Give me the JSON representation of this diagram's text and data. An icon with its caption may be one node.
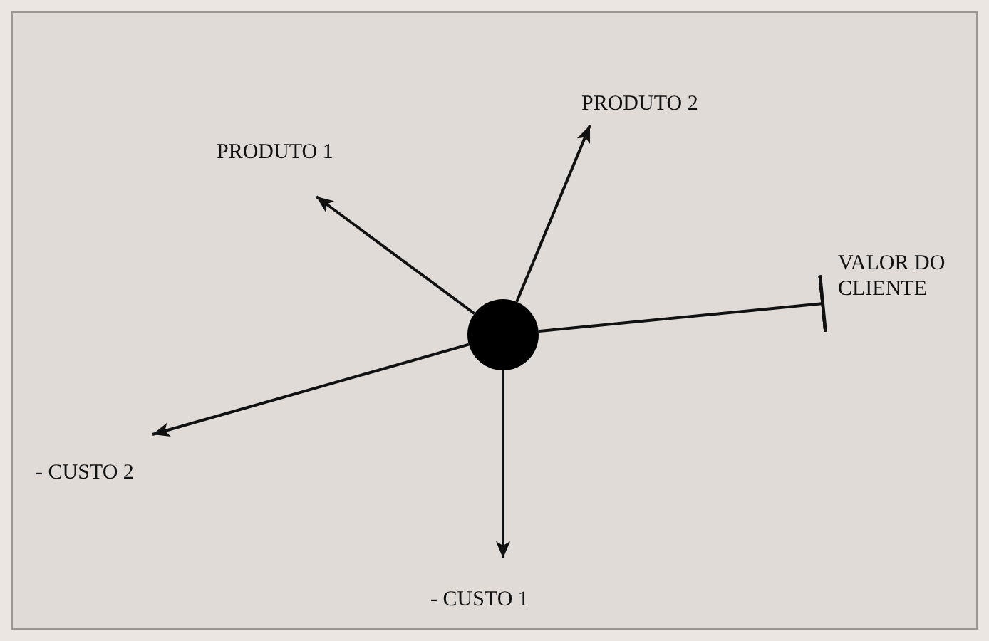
{
  "diagram": {
    "nodes": [
      {
        "text": [],
        "shape": "circle"
      },
      {
        "text": [
          "PRODUTO 2"
        ]
      },
      {
        "text": [
          "PRODUTO 1"
        ]
      },
      {
        "text": [
          "VALOR DO CLIENTE"
        ]
      },
      {
        "text": [
          "- CUSTO 2"
        ]
      },
      {
        "text": [
          "- CUSTO 1"
        ]
      }
    ],
    "edges": [
      {
        "from": 0,
        "to": 1,
        "arrow": "to"
      },
      {
        "from": 0,
        "to": 2,
        "arrow": "to"
      },
      {
        "from": 0,
        "to": 3,
        "arrow": "other"
      },
      {
        "from": 0,
        "to": 4,
        "arrow": "to"
      },
      {
        "from": 0,
        "to": 5,
        "arrow": "to"
      }
    ]
  }
}
